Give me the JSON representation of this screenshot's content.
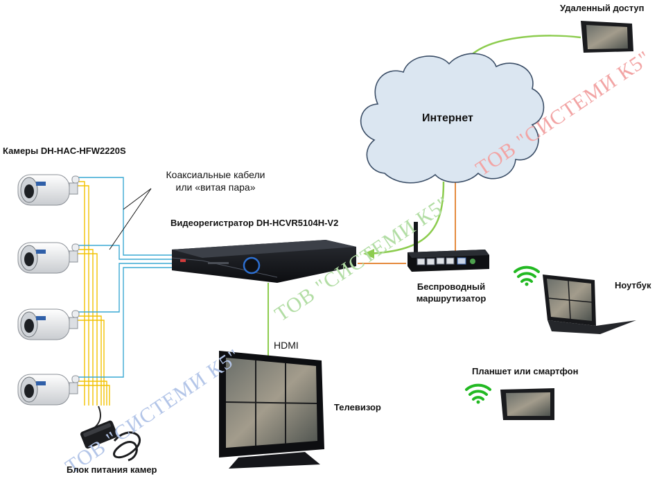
{
  "labels": {
    "remote_access": "Удаленный доступ",
    "internet": "Интернет",
    "cameras": "Камеры DH-HAC-HFW2220S",
    "cables_line1": "Коаксиальные кабели",
    "cables_line2": "или «витая пара»",
    "dvr": "Видеорегистратор DH-HCVR5104H-V2",
    "router_line1": "Беспроводный",
    "router_line2": "маршрутизатор",
    "laptop": "Ноутбук",
    "hdmi": "HDMI",
    "tv": "Телевизор",
    "tablet": "Планшет или смартфон",
    "power": "Блок питания камер"
  },
  "watermark": "ТОВ \"СИСТЕМИ К5\"",
  "colors": {
    "cloud_fill": "#dbe6f1",
    "cloud_stroke": "#3a4d66",
    "coax": "#39a9d3",
    "power_wire": "#f2c200",
    "green_link": "#8ccc4e",
    "orange_link": "#e58a3d",
    "wifi": "#22b922",
    "watermark_red": "#f2a4a4",
    "watermark_green": "#b2dda4",
    "watermark_blue": "#b3c5e8"
  },
  "icons": [
    "camera-icon",
    "dvr-icon",
    "router-icon",
    "tv-icon",
    "laptop-icon",
    "tablet-icon",
    "wifi-icon",
    "cloud-icon",
    "power-adapter-icon"
  ]
}
